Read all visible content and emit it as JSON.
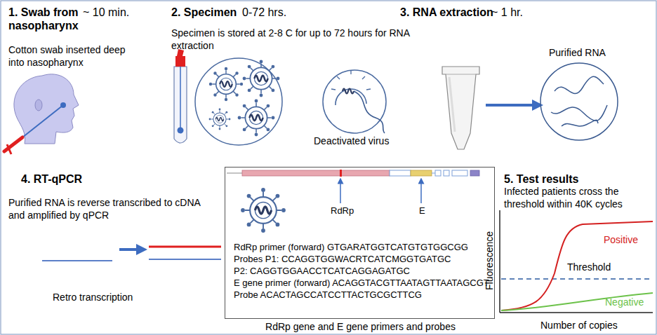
{
  "diagram": {
    "nodes": [
      {
        "text": [
          "RdRp",
          "E",
          "RdRp primer (forward) GTGARATGGTCATGTGTGGCGG",
          "Probes P1: CCAGGTGGWACRTCATCMGGTGATGC",
          "P2: CAGGTGGAACCTCATCAGGAGATGC",
          "E gene primer (forward) ACAGGTACGTTAATAGTTAATAGCGT",
          "Probe ACACTAGCCATCCTTACTGCGCTTCG",
          "RdRp gene and E gene primers and probes"
        ]
      }
    ],
    "labels": [
      "1. Swab from nasopharynx",
      "~ 10 min.",
      "Cotton swab inserted deep into nasopharynx",
      "2. Specimen",
      "0-72 hrs.",
      "Specimen is stored at 2-8 C for up to 72 hours for RNA extraction",
      "Deactivated virus",
      "3. RNA extraction",
      "~ 1 hr.",
      "Purified RNA",
      "4. RT-qPCR",
      "Purified RNA is reverse transcribed to cDNA and amplified by qPCR",
      "Retro transcription",
      "5. Test results",
      "Infected patients cross the threshold within 40K cycles",
      "Fluorescence",
      "Threshold",
      "Positive",
      "Negative",
      "Number of copies"
    ]
  }
}
